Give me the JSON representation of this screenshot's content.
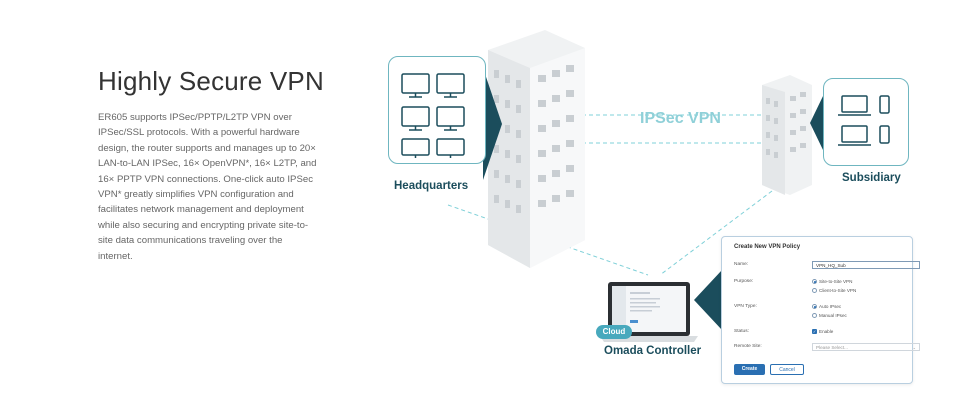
{
  "heading": "Highly Secure VPN",
  "description": "ER605 supports IPSec/PPTP/L2TP VPN over IPSec/SSL protocols. With a powerful hardware design, the router supports and manages up to 20× LAN-to-LAN IPSec, 16× OpenVPN*, 16× L2TP, and 16× PPTP VPN connections. One-click auto IPSec VPN* greatly simplifies VPN configuration and facilitates network management and deployment while also securing and encrypting private site-to-site data communications traveling over the internet.",
  "diagram": {
    "headquarters_label": "Headquarters",
    "subsidiary_label": "Subsidiary",
    "ipsec_label": "IPSec VPN",
    "controller_label": "Omada Controller",
    "cloud_label": "Cloud",
    "accent_color": "#1b4d5c",
    "line_color": "#7fd0d8"
  },
  "dialog": {
    "title": "Create New VPN Policy",
    "name_label": "Name:",
    "name_value": "VPN_HQ_Sub",
    "purpose_label": "Purpose:",
    "purpose_options": [
      "Site-to-Site VPN",
      "Client-to-Site VPN"
    ],
    "vpn_type_label": "VPN Type:",
    "vpn_type_options": [
      "Auto IPsec",
      "Manual IPsec"
    ],
    "status_label": "Status:",
    "status_option": "Enable",
    "remote_site_label": "Remote Site:",
    "remote_site_placeholder": "Please Select...",
    "create_button": "Create",
    "cancel_button": "Cancel"
  }
}
